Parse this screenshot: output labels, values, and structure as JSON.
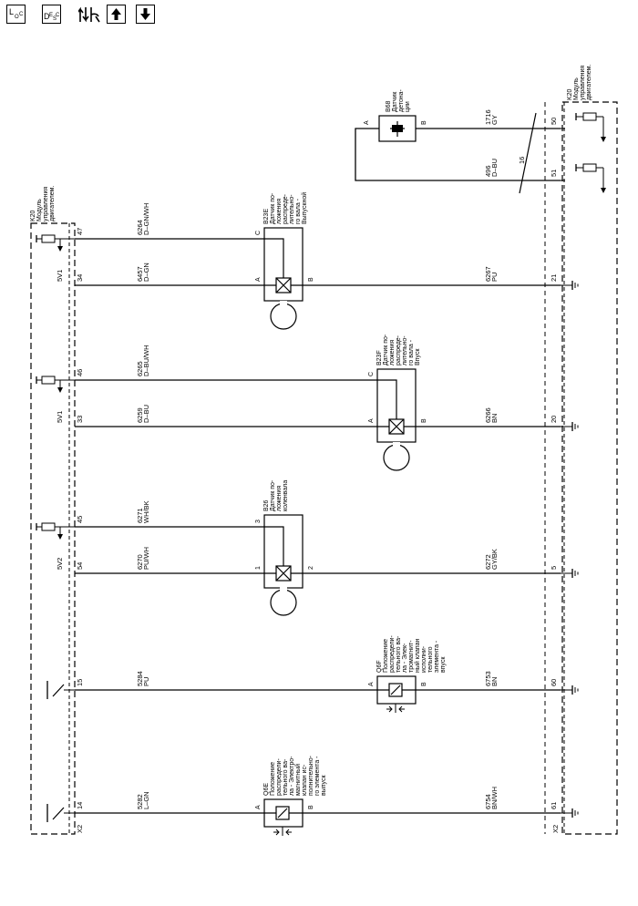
{
  "toolbar": {
    "loc_main": "L",
    "loc_sub": "O",
    "loc_sub2": "C",
    "desc_main": "D",
    "desc_sub": "E",
    "desc_sub2": "S",
    "desc_sub3": "C"
  },
  "left_module": {
    "title_lines": [
      "K20",
      "Модуль",
      "управления",
      "двигателем."
    ],
    "connector": "X2"
  },
  "right_module": {
    "title_lines": [
      "K20",
      "Модуль",
      "управления",
      "двигателем."
    ],
    "connector": "X2"
  },
  "knock_sensor": {
    "name_lines": [
      "B68",
      "Датчик",
      "детона-",
      "ции"
    ],
    "pin_a": "A",
    "pin_b": "B",
    "wire_b": {
      "circuit": "1716",
      "color": "GY",
      "pin": "50"
    },
    "wire_a": {
      "circuit": "496",
      "color": "D–BU",
      "pin": "51"
    },
    "shield_label": "16"
  },
  "exhaust_cam_sensor": {
    "name_lines": [
      "B23E",
      "Датчик по-",
      "ложения",
      "распреде-",
      "лительно-",
      "го вала -",
      "Выпускной"
    ],
    "pin_c": "C",
    "pin_a": "A",
    "pin_b": "B",
    "sig": {
      "pin": "47",
      "circuit": "6264",
      "color": "D–GN/WH"
    },
    "ref": {
      "pin": "34",
      "label": "5V1",
      "circuit": "6457",
      "color": "D–GN"
    },
    "low": {
      "circuit": "6267",
      "color": "PU",
      "pin": "21"
    }
  },
  "intake_cam_sensor": {
    "name_lines": [
      "B23F",
      "Датчик по-",
      "ложения",
      "распреде-",
      "лительно-",
      "го вала -",
      "Впуск"
    ],
    "pin_c": "C",
    "pin_a": "A",
    "pin_b": "B",
    "sig": {
      "pin": "46",
      "circuit": "6265",
      "color": "D–BU/WH"
    },
    "ref": {
      "pin": "33",
      "label": "5V1",
      "circuit": "6259",
      "color": "D–BU"
    },
    "low": {
      "circuit": "6266",
      "color": "BN",
      "pin": "20"
    }
  },
  "crank_sensor": {
    "name_lines": [
      "B26",
      "Датчик по-",
      "ложения",
      "коленвала"
    ],
    "pin_3": "3",
    "pin_1": "1",
    "pin_2": "2",
    "sig": {
      "pin": "45",
      "circuit": "6271",
      "color": "WH/BK"
    },
    "ref": {
      "pin": "54",
      "label": "5V2",
      "circuit": "6270",
      "color": "PU/WH"
    },
    "low": {
      "circuit": "6272",
      "color": "GY/BK",
      "pin": "5"
    }
  },
  "intake_solenoid": {
    "name_lines": [
      "Q6F",
      "Положение",
      "распредели-",
      "тельного ва-",
      "ла - Элек-",
      "тромагнит-",
      "ный клапан",
      "исполни-",
      "тельного",
      "элемента -",
      "впуск"
    ],
    "pin_a": "A",
    "pin_b": "B",
    "ctrl": {
      "pin": "15",
      "circuit": "5284",
      "color": "PU"
    },
    "low": {
      "circuit": "6753",
      "color": "BN",
      "pin": "60"
    }
  },
  "exhaust_solenoid": {
    "name_lines": [
      "Q6E",
      "Положение",
      "распредели-",
      "тельного ва-",
      "ла - Электро-",
      "магнитный",
      "клапан ис-",
      "полнительно-",
      "го элемента -",
      "выпуск"
    ],
    "pin_a": "A",
    "pin_b": "B",
    "ctrl": {
      "pin": "14",
      "circuit": "5282",
      "color": "L–GN"
    },
    "low": {
      "circuit": "6754",
      "color": "BN/WH",
      "pin": "61"
    }
  }
}
